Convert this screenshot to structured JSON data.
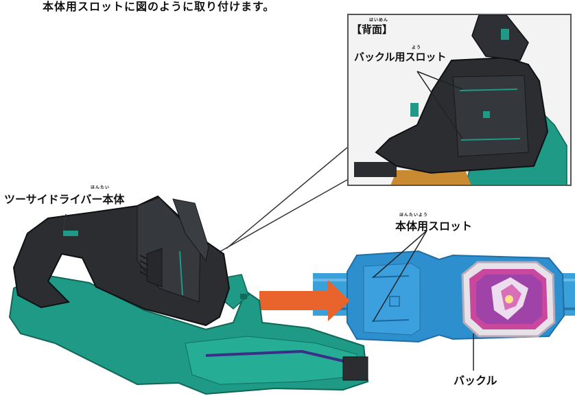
{
  "caption": "本体用スロットに図のように取り付けます。",
  "inset": {
    "back_furigana": "はいめん",
    "back_label": "【背面】",
    "slot_furigana": "よう",
    "slot_label": "バックル用スロット"
  },
  "driver": {
    "furigana": "ほんたい",
    "label": "ツーサイドライバー本体"
  },
  "belt": {
    "slot_furigana": "ほんたいよう",
    "slot_label": "本体用スロット",
    "buckle_label": "バックル"
  },
  "colors": {
    "driver_black": "#2b2d31",
    "driver_teal": "#1e9a86",
    "belt_blue": "#2e8fcf",
    "arrow_orange": "#e8642c"
  }
}
